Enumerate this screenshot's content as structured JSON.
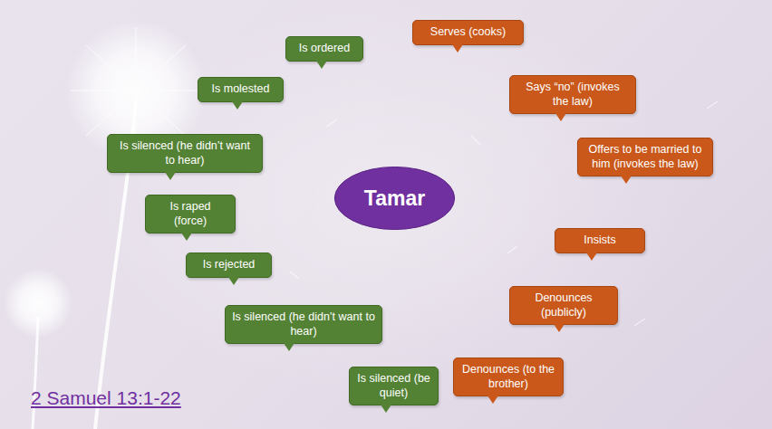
{
  "diagram": {
    "nodes": [
      {
        "text": [
          "Tamar"
        ]
      },
      {
        "text": [
          "Is ordered"
        ]
      },
      {
        "text": [
          "Is molested"
        ]
      },
      {
        "text": [
          "Is silenced (he didn’t want to hear)"
        ]
      },
      {
        "text": [
          "Is raped (force)"
        ]
      },
      {
        "text": [
          "Is rejected"
        ]
      },
      {
        "text": [
          "Is silenced (he didn’t want to hear)"
        ]
      },
      {
        "text": [
          "Is silenced (be quiet)"
        ]
      },
      {
        "text": [
          "Serves (cooks)"
        ]
      },
      {
        "text": [
          "Says “no” (invokes the law)"
        ]
      },
      {
        "text": [
          "Offers to be married to him (invokes the law)"
        ]
      },
      {
        "text": [
          "Insists"
        ]
      },
      {
        "text": [
          "Denounces (publicly)"
        ]
      },
      {
        "text": [
          "Denounces (to the brother)"
        ]
      }
    ],
    "labels": [
      "2 Samuel 13:1-22"
    ]
  }
}
